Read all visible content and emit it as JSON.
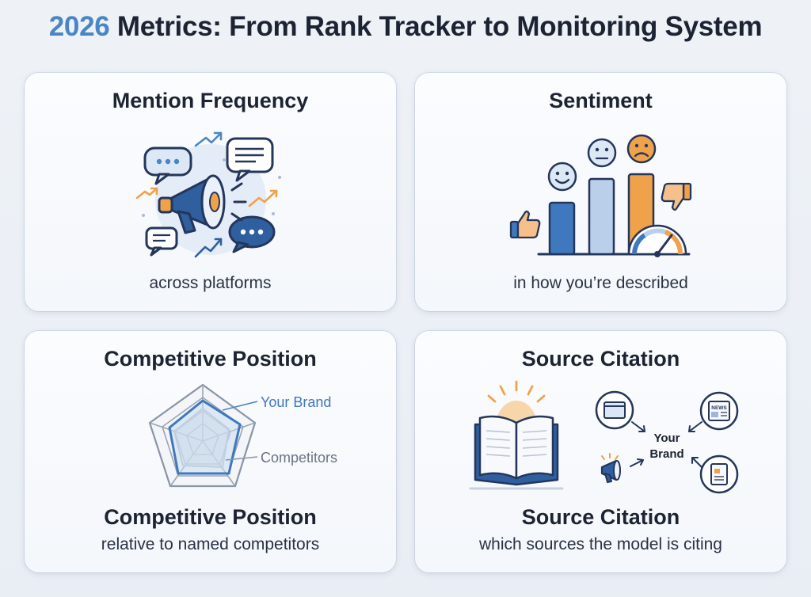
{
  "header": {
    "year": "2026",
    "title_rest": "Metrics: From Rank Tracker to Monitoring System"
  },
  "cards": {
    "mention": {
      "title": "Mention Frequency",
      "subtitle": "across platforms"
    },
    "sentiment": {
      "title": "Sentiment",
      "subtitle": "in how you’re described"
    },
    "competitive": {
      "title": "Competitive Position",
      "caption_title": "Competitive Position",
      "subtitle": "relative to named competitors",
      "legend_brand": "Your Brand",
      "legend_competitors": "Competitors"
    },
    "citation": {
      "title": "Source Citation",
      "caption_title": "Source Citation",
      "subtitle": "which sources the model is citing",
      "center_line1": "Your",
      "center_line2": "Brand",
      "news_label": "NEWS"
    }
  },
  "colors": {
    "accent_blue": "#4a86c5",
    "dark_blue": "#2f5f9e",
    "orange": "#f0a24b",
    "navy": "#1c2333"
  },
  "icons": [
    "megaphone-icon",
    "chat-bubble-icon",
    "trend-arrow-icon",
    "smiley-face-icon",
    "neutral-face-icon",
    "sad-face-icon",
    "thumbs-up-icon",
    "thumbs-down-icon",
    "gauge-icon",
    "radar-chart-icon",
    "open-book-icon",
    "browser-icon",
    "newspaper-icon",
    "document-icon"
  ]
}
